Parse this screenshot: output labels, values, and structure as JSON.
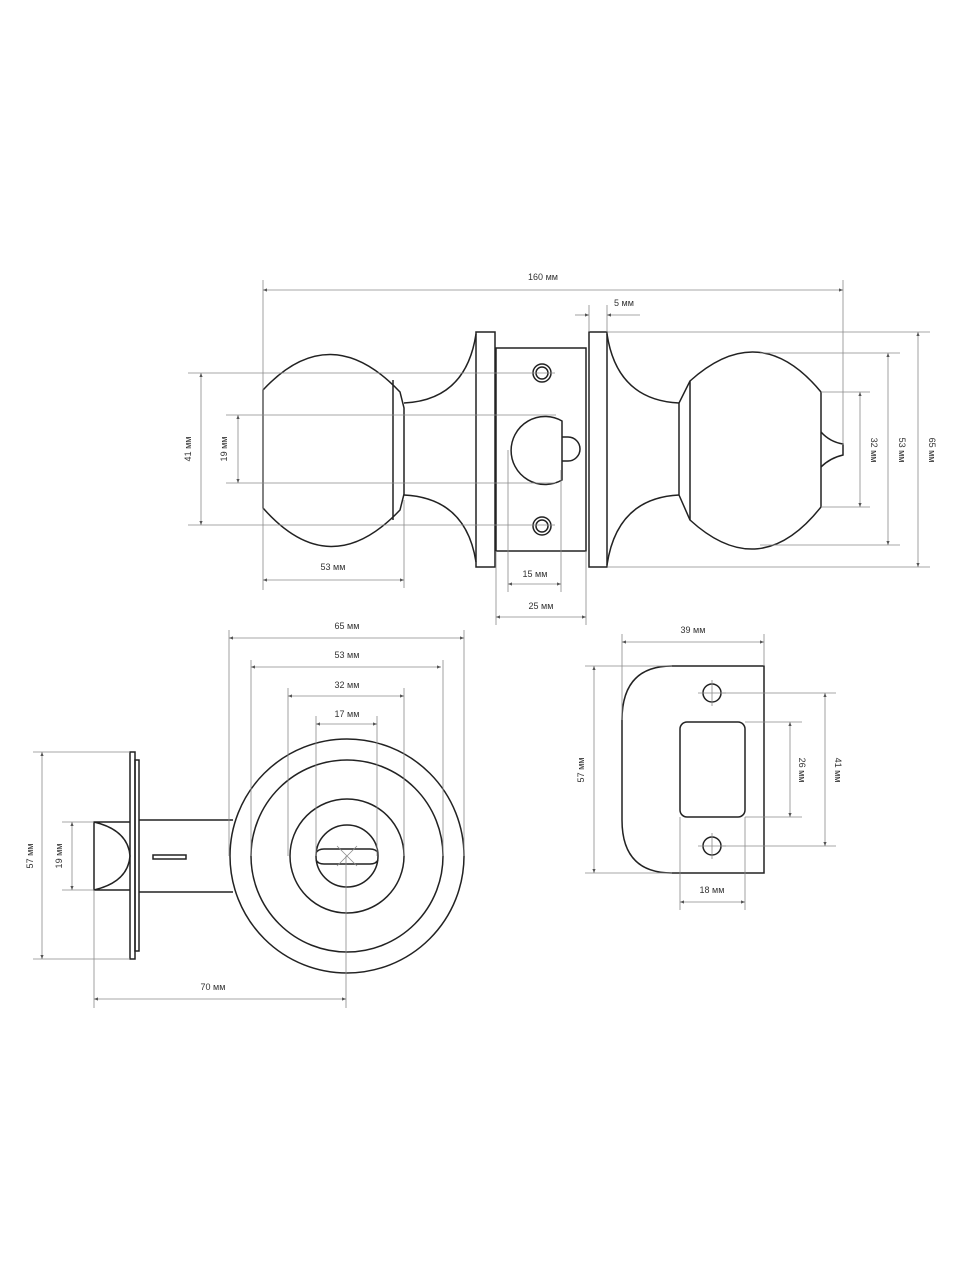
{
  "top_view": {
    "labels": {
      "overall_length": "160 мм",
      "rose_thickness": "5 мм",
      "knob_height": "41 мм",
      "neck_diameter": "19 мм",
      "knob_length": "53 мм",
      "cam_width": "15 мм",
      "body_width": "25 мм",
      "tip_height": "32 мм",
      "knob_diameter": "53 мм",
      "rose_diameter": "65 мм"
    }
  },
  "front_view": {
    "labels": {
      "rose_diameter": "65 мм",
      "outer_ring": "53 мм",
      "inner_ring": "32 мм",
      "turn_piece": "17 мм",
      "plate_height": "57 мм",
      "latch_height": "19 мм",
      "backset": "70 мм"
    }
  },
  "strike_plate": {
    "labels": {
      "width": "39 мм",
      "height": "57 мм",
      "window_height": "26 мм",
      "hole_spacing": "41 мм",
      "window_width": "18 мм"
    }
  }
}
